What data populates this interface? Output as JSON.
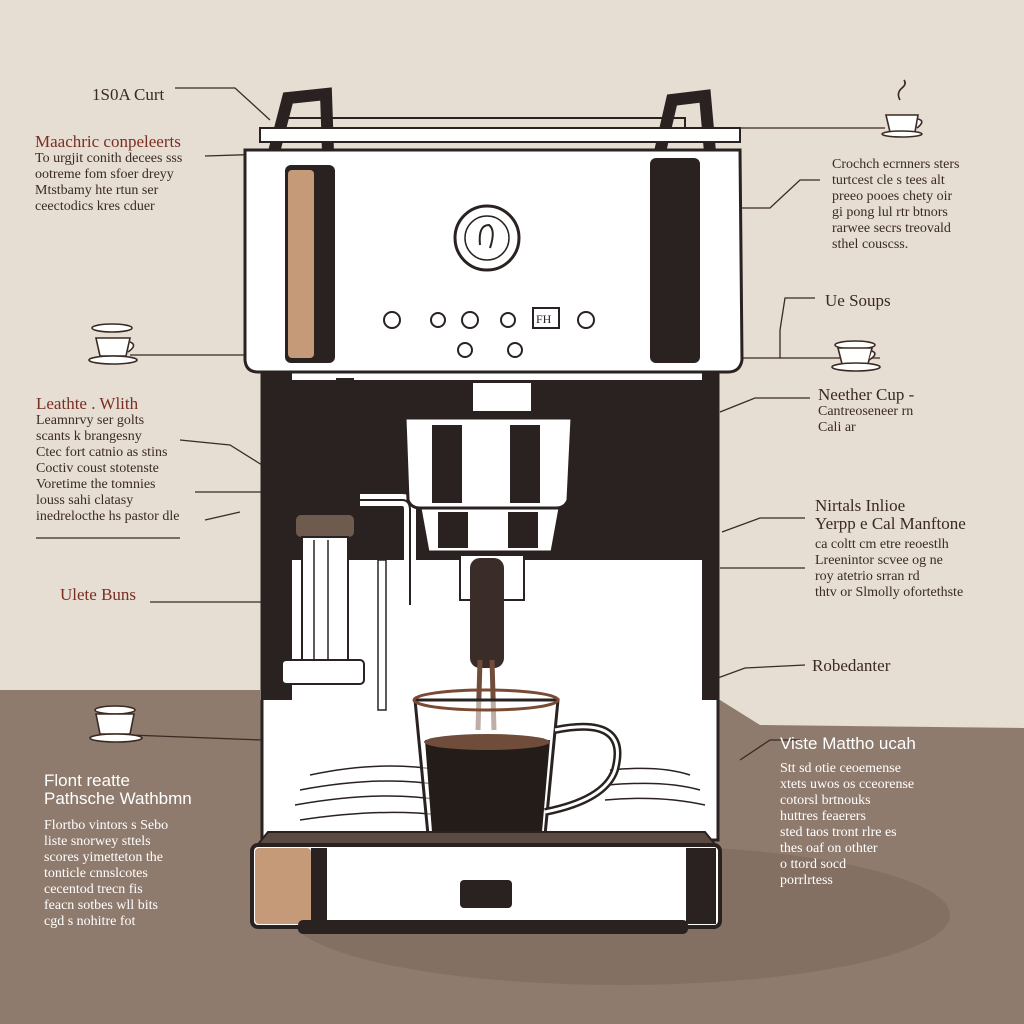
{
  "colors": {
    "background_top": "#e6ddd3",
    "background_floor": "#8f7b6d",
    "machine_body": "#ffffff",
    "machine_dark": "#2a2221",
    "accent_tan": "#c49a78",
    "label_text": "#3a2a22",
    "coffee": "#231c19"
  },
  "labels": {
    "top_left": {
      "title": "1S0A Curt"
    },
    "machine_components": {
      "title": "Maachric conpeleerts",
      "lines": [
        "To urgjit conith decees sss",
        "ootreme fom sfoer dreyy",
        "Mtstbamy hte rtun ser",
        "ceectodics kres cduer"
      ]
    },
    "leathe": {
      "title": "Leathte . Wlith",
      "lines": [
        "Leamnrvy ser golts",
        "scants k brangesny",
        "Ctec fort catnio as stins",
        "Coctiv coust stotenste",
        "Voretime the tomnies",
        "louss sahi clatasy",
        "inedrelocthe hs pastor dle"
      ]
    },
    "ulete_buns": {
      "title": "Ulete Buns"
    },
    "flont_reatte": {
      "title1": "Flont reatte",
      "title2": "Pathsche Wathbmn",
      "lines": [
        "Flortbo vintors s Sebo",
        "liste snorwey sttels",
        "scores yimetteton the",
        "tonticle cnnslcotes",
        "cecentod trecn fis",
        "feacn sotbes wll bits",
        "cgd s nohitre fot"
      ]
    },
    "crochch": {
      "lines": [
        "Crochch ecrnners sters",
        "turtcest cle s tees alt",
        "preeo pooes chety oir",
        "gi pong lul rtr btnors",
        "rarwee secrs treovald",
        "sthel couscss."
      ]
    },
    "ue_soups": {
      "title": "Ue Soups"
    },
    "neether_cup": {
      "title": "Neether Cup -",
      "lines": [
        "Cantreoseneer rn",
        "Cali ar"
      ]
    },
    "nirtals": {
      "title1": "Nirtals Inlioe",
      "title2": "Yerpp e Cal Manftone",
      "lines": [
        "ca coltt cm etre reoestlh",
        "Lreenintor scvee og ne",
        "roy atetrio srran rd",
        "thtv or Slmolly ofortethste"
      ]
    },
    "robedanter": {
      "title": "Robedanter"
    },
    "viste": {
      "title": "Viste Mattho ucah",
      "lines": [
        "Stt sd otie ceoemense",
        "xtets uwos os cceorense",
        "cotorsl brtnouks",
        "huttres feaerers",
        "sted taos tront rlre es",
        "thes oaf on othter",
        "o ttord socd",
        "porrlrtess"
      ]
    }
  },
  "machine": {
    "display_labels": [
      "FH"
    ]
  }
}
